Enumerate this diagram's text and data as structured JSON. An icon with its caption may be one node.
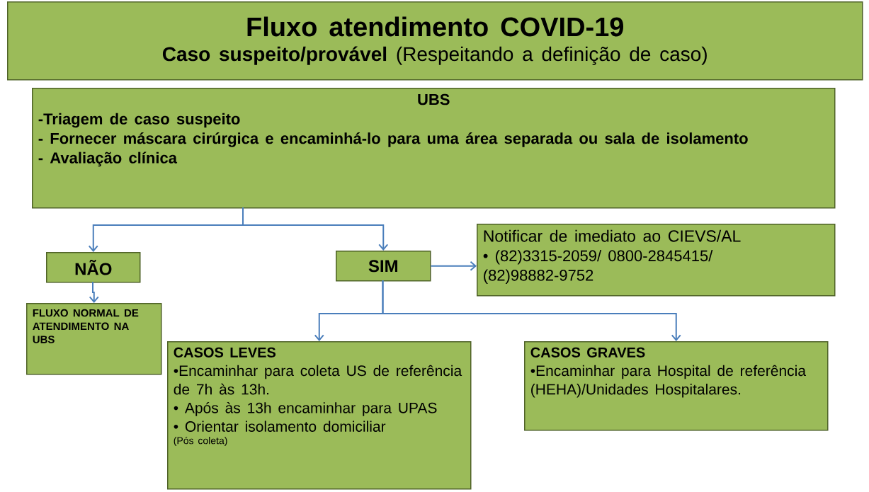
{
  "diagram": {
    "nodes": [
      {
        "text": [
          "Fluxo atendimento COVID-19",
          "**Caso suspeito/provável** (Respeitando a definição de caso)"
        ]
      },
      {
        "text": [
          "UBS",
          "-Triagem de caso suspeito",
          "- Fornecer máscara cirúrgica e encaminhá-lo para uma área separada ou sala de isolamento",
          "- Avaliação clínica"
        ]
      },
      {
        "text": [
          "NÃO"
        ]
      },
      {
        "text": [
          "SIM"
        ]
      },
      {
        "text": [
          "Notificar de imediato ao CIEVS/AL",
          "• (82)3315-2059/ 0800-2845415/ (82)98882-9752"
        ]
      },
      {
        "text": [
          "FLUXO NORMAL DE ATENDIMENTO NA UBS"
        ]
      },
      {
        "text": [
          "CASOS LEVES",
          "•Encaminhar para coleta US de referência de 7h às 13h.",
          "• Após às 13h encaminhar para UPAS",
          "• Orientar isolamento domiciliar",
          "(Pós coleta)"
        ]
      },
      {
        "text": [
          "CASOS GRAVES",
          "•Encaminhar para Hospital de referência (HEHA)/Unidades Hospitalares."
        ]
      }
    ],
    "edges": [
      {
        "from": 1,
        "to": 2,
        "arrow": "to"
      },
      {
        "from": 1,
        "to": 3,
        "arrow": "to"
      },
      {
        "from": 2,
        "to": 5,
        "arrow": "to"
      },
      {
        "from": 3,
        "to": 4,
        "arrow": "to"
      },
      {
        "from": 3,
        "to": 6,
        "arrow": "to"
      },
      {
        "from": 3,
        "to": 7,
        "arrow": "to"
      }
    ]
  }
}
